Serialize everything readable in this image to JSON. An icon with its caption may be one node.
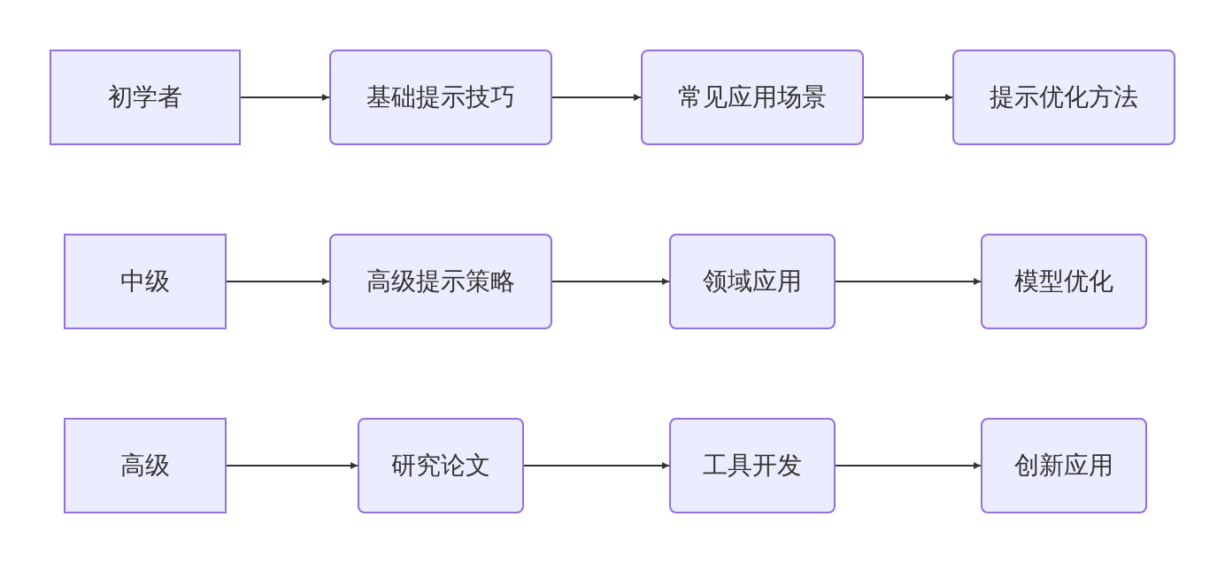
{
  "diagram": {
    "nodes": [
      {
        "text": [
          "初学者"
        ]
      },
      {
        "text": [
          "基础提示技巧"
        ]
      },
      {
        "text": [
          "常见应用场景"
        ]
      },
      {
        "text": [
          "提示优化方法"
        ]
      },
      {
        "text": [
          "中级"
        ]
      },
      {
        "text": [
          "高级提示策略"
        ]
      },
      {
        "text": [
          "领域应用"
        ]
      },
      {
        "text": [
          "模型优化"
        ]
      },
      {
        "text": [
          "高级"
        ]
      },
      {
        "text": [
          "研究论文"
        ]
      },
      {
        "text": [
          "工具开发"
        ]
      },
      {
        "text": [
          "创新应用"
        ]
      }
    ],
    "edges": [
      {
        "from": 0,
        "to": 1,
        "arrow": "to"
      },
      {
        "from": 1,
        "to": 2,
        "arrow": "to"
      },
      {
        "from": 2,
        "to": 3,
        "arrow": "to"
      },
      {
        "from": 4,
        "to": 5,
        "arrow": "to"
      },
      {
        "from": 5,
        "to": 6,
        "arrow": "to"
      },
      {
        "from": 6,
        "to": 7,
        "arrow": "to"
      },
      {
        "from": 8,
        "to": 9,
        "arrow": "to"
      },
      {
        "from": 9,
        "to": 10,
        "arrow": "to"
      },
      {
        "from": 10,
        "to": 11,
        "arrow": "to"
      }
    ]
  }
}
